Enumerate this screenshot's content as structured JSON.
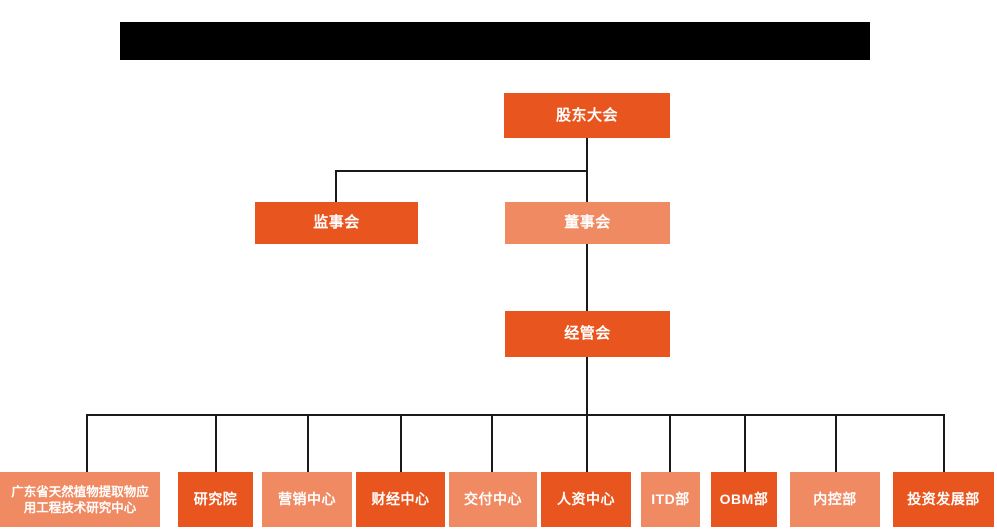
{
  "chart": {
    "type": "org-chart",
    "title_bar": {
      "redacted": true,
      "text": ""
    },
    "colors": {
      "dark_orange": "#e8551f",
      "light_salmon": "#ef8a62",
      "connector": "#1a1a1a",
      "background": "#ffffff",
      "text": "#ffffff",
      "redaction": "#000000"
    },
    "levels": [
      {
        "level": 1,
        "nodes": [
          {
            "id": "shareholders",
            "label": "股东大会",
            "shade": "dark"
          }
        ]
      },
      {
        "level": 2,
        "nodes": [
          {
            "id": "supervisors",
            "label": "监事会",
            "shade": "dark"
          },
          {
            "id": "directors",
            "label": "董事会",
            "shade": "light"
          }
        ]
      },
      {
        "level": 3,
        "nodes": [
          {
            "id": "management",
            "label": "经管会",
            "shade": "dark"
          }
        ]
      },
      {
        "level": 4,
        "nodes": [
          {
            "id": "gd-center",
            "label": "广东省天然植物提取物应\n用工程技术研究中心",
            "shade": "light"
          },
          {
            "id": "research-institute",
            "label": "研究院",
            "shade": "dark"
          },
          {
            "id": "marketing-center",
            "label": "营销中心",
            "shade": "light"
          },
          {
            "id": "finance-center",
            "label": "财经中心",
            "shade": "dark"
          },
          {
            "id": "delivery-center",
            "label": "交付中心",
            "shade": "light"
          },
          {
            "id": "hr-center",
            "label": "人资中心",
            "shade": "dark"
          },
          {
            "id": "itd-dept",
            "label": "ITD部",
            "shade": "light"
          },
          {
            "id": "obm-dept",
            "label": "OBM部",
            "shade": "dark"
          },
          {
            "id": "internal-control-dept",
            "label": "内控部",
            "shade": "light"
          },
          {
            "id": "investment-dev-dept",
            "label": "投资发展部",
            "shade": "dark"
          }
        ]
      }
    ]
  }
}
